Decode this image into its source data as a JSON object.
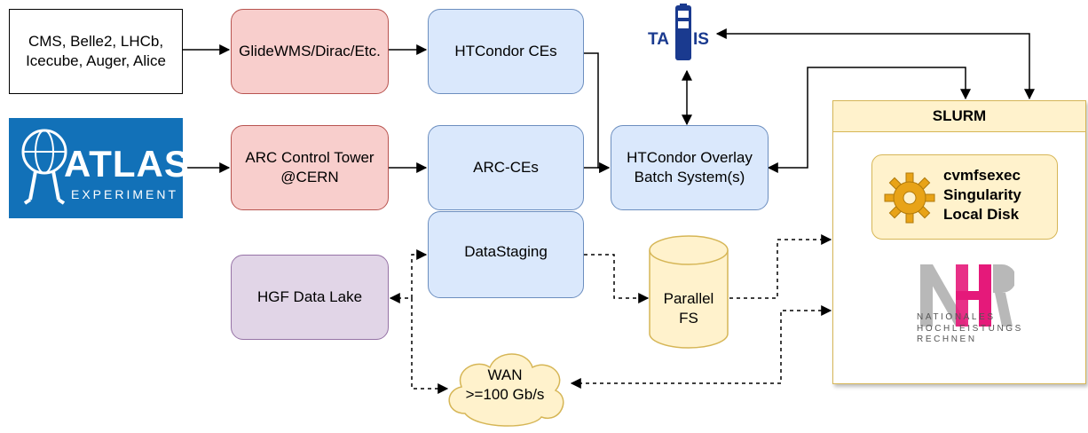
{
  "sources": {
    "experiments": "CMS, Belle2, LHCb,\nIcecube, Auger, Alice",
    "atlas_logo_text": "ATLAS",
    "atlas_logo_sub": "EXPERIMENT"
  },
  "pilot_factories": {
    "glidewms": "GlideWMS/Dirac/Etc.",
    "arc_control": "ARC Control Tower\n@CERN"
  },
  "compute_elements": {
    "htcondor_ces": "HTCondor CEs",
    "arc_ces": "ARC-CEs",
    "datastaging": "DataStaging"
  },
  "overlay": {
    "label": "HTCondor Overlay\nBatch System(s)"
  },
  "tardis_logo": "TARDIS",
  "storage": {
    "hgf": "HGF Data Lake",
    "parallel_fs": "Parallel\nFS",
    "wan": "WAN\n>=100 Gb/s"
  },
  "slurm": {
    "title": "SLURM",
    "software": "cvmfsexec\nSingularity\nLocal Disk",
    "nhr_text": "NATIONALES\nHOCHLEISTUNGS\nRECHNEN"
  },
  "colors": {
    "pink": "#f8cecc",
    "blue": "#dae8fc",
    "purple": "#e1d5e7",
    "yellow": "#fff2cc",
    "atlas_blue": "#1271b8",
    "tardis_blue": "#1a3a8f"
  }
}
